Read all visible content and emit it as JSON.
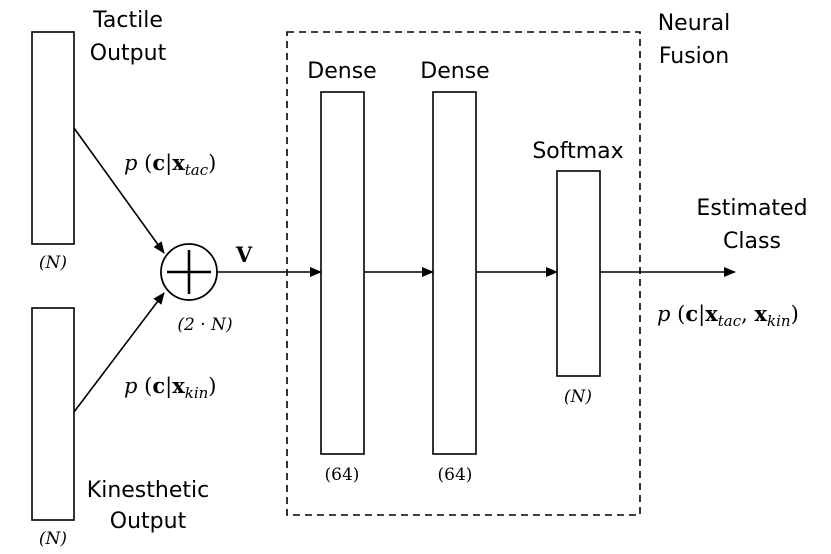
{
  "tactile": {
    "line1": "Tactile",
    "line2": "Output",
    "size": "(N)"
  },
  "kinesthetic": {
    "line1": "Kinesthetic",
    "line2": "Output",
    "size": "(N)"
  },
  "fusion": {
    "line1": "Neural",
    "line2": "Fusion"
  },
  "layers": {
    "dense1": {
      "label": "Dense",
      "size": "(64)"
    },
    "dense2": {
      "label": "Dense",
      "size": "(64)"
    },
    "softmax": {
      "label": "Softmax",
      "size": "(N)"
    }
  },
  "concat": {
    "vector": "V",
    "size": "(2 · N)"
  },
  "output": {
    "line1": "Estimated",
    "line2": "Class"
  },
  "probs": {
    "tac_p": "p",
    "tac_c": "c",
    "tac_x": "x",
    "tac_sub": "tac",
    "kin_p": "p",
    "kin_c": "c",
    "kin_x": "x",
    "kin_sub": "kin",
    "out_p": "p",
    "out_c": "c",
    "out_x1": "x",
    "out_sub1": "tac",
    "out_x2": "x",
    "out_sub2": "kin"
  }
}
